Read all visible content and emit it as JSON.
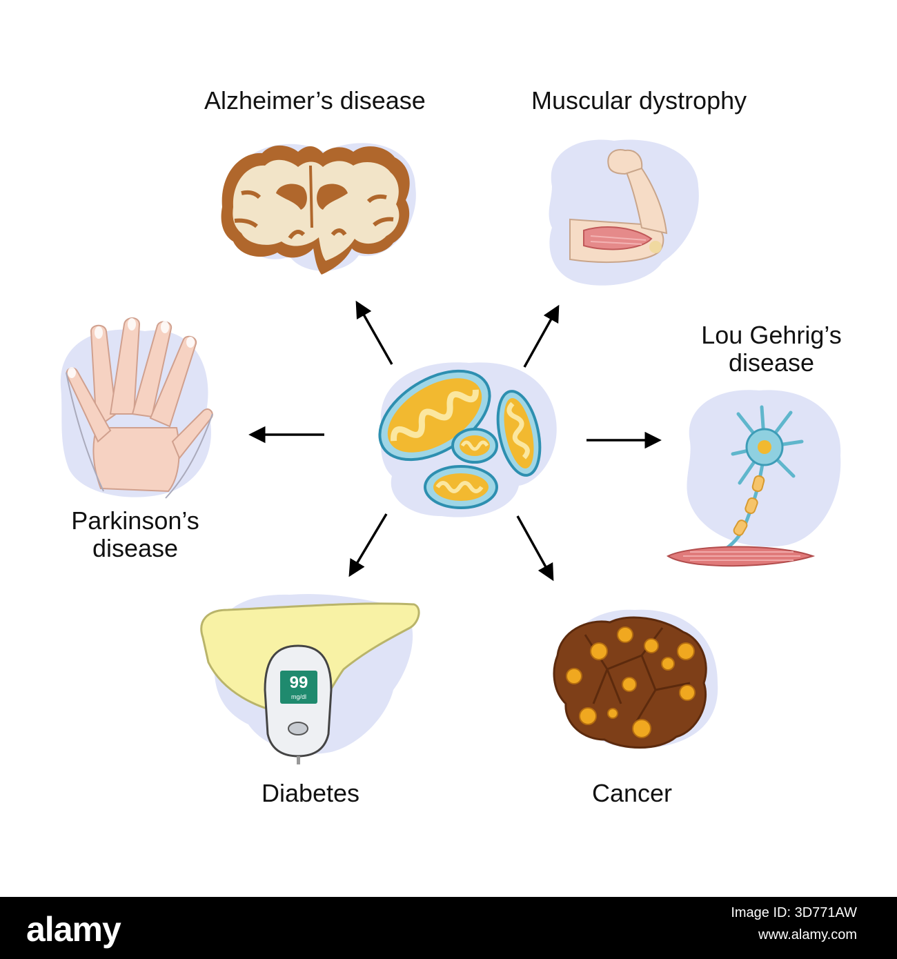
{
  "labels": {
    "alzheimers": "Alzheimer’s disease",
    "muscular": "Muscular dystrophy",
    "lou_line1": "Lou Gehrig’s",
    "lou_line2": "disease",
    "parkinsons_line1": "Parkinson’s",
    "parkinsons_line2": "disease",
    "diabetes": "Diabetes",
    "cancer": "Cancer"
  },
  "glucometer": {
    "reading": "99",
    "unit": "mg/dl"
  },
  "footer": {
    "brand": "alamy",
    "stock_id": "Image ID: 3D771AW",
    "site": "www.alamy.com"
  },
  "colors": {
    "blob": "#dfe3f7",
    "brain_tissue": "#f2e4c8",
    "brain_cortex": "#b0672c",
    "mito_membrane": "#55b3cf",
    "mito_matrix": "#f2b930",
    "pancreas": "#f8f2a5",
    "cancer_cell": "#7e3f18",
    "nucleus": "#f0a820"
  }
}
